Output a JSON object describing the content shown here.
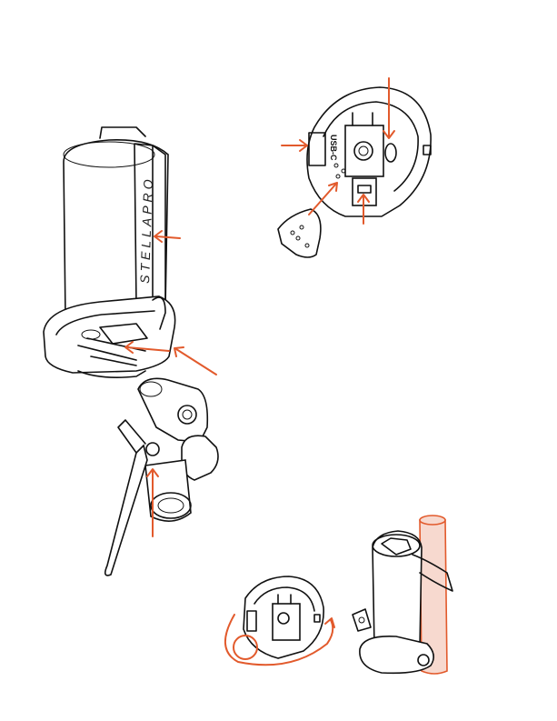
{
  "labels": {
    "brand": "STELLAPRO",
    "usb": "USB-C"
  },
  "colors": {
    "accent_arrow": "#e25a2c",
    "line": "#111111",
    "pole": "#f7d9cf"
  },
  "icons": [
    "light-body",
    "mount-bracket",
    "clamp-handle",
    "cap-top-view",
    "battery-cover",
    "pole"
  ]
}
